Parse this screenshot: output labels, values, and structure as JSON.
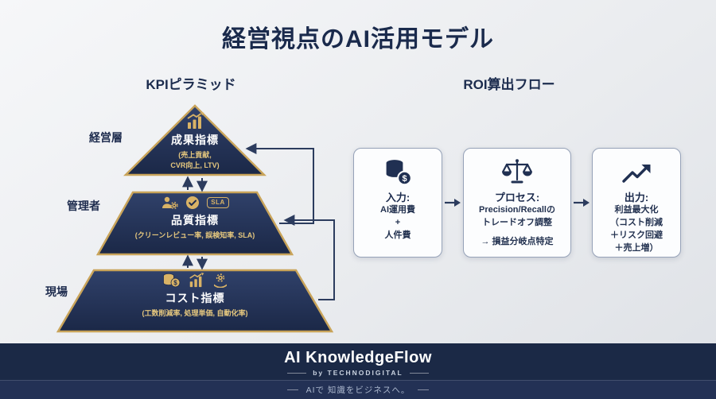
{
  "page": {
    "title": "経営視点のAI活用モデル"
  },
  "kpi": {
    "heading": "KPIピラミッド",
    "tiers": [
      {
        "side_label": "経営層",
        "title": "成果指標",
        "subtitle_line1": "(売上貢献,",
        "subtitle_line2": "CVR向上, LTV)"
      },
      {
        "side_label": "管理者",
        "title": "品質指標",
        "subtitle": "(クリーンレビュー率, 誤検知率, SLA)",
        "badge": "SLA"
      },
      {
        "side_label": "現場",
        "title": "コスト指標",
        "subtitle": "(工数削減率, 処理単価, 自動化率)"
      }
    ]
  },
  "roi": {
    "heading": "ROI算出フロー",
    "steps": [
      {
        "icon": "coins-icon",
        "label": "入力:",
        "line1": "AI運用費",
        "line2": "+",
        "line3": "人件費"
      },
      {
        "icon": "balance-scale-icon",
        "label": "プロセス:",
        "line1": "Precision/Recallの",
        "line2": "トレードオフ調整",
        "line3": "→ 損益分岐点特定"
      },
      {
        "icon": "trend-up-icon",
        "label": "出力:",
        "line1": "利益最大化",
        "line2": "（コスト削減",
        "line3": "＋リスク回避",
        "line4": "＋売上増）"
      }
    ]
  },
  "footer": {
    "brand": "AI KnowledgeFlow",
    "byline": "by TECHNODIGITAL",
    "tagline": "AIで 知識をビジネスへ。"
  },
  "glyphs": {
    "dollar": "$"
  },
  "colors": {
    "navy": "#1e2c4e",
    "gold": "#c9a45a",
    "background": "#eceef1",
    "footer": "#1b2946"
  }
}
